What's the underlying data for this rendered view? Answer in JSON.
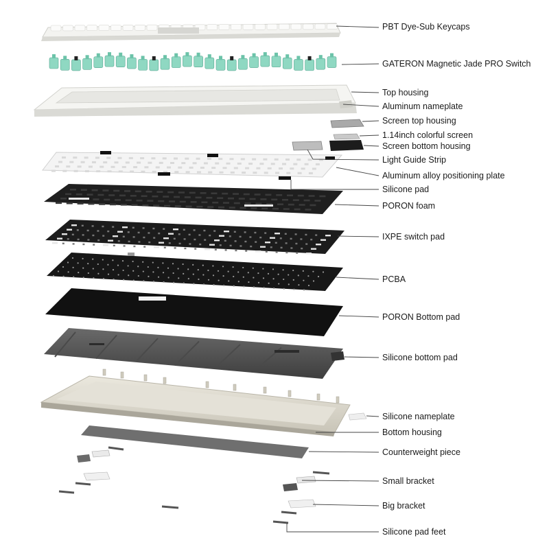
{
  "labels": {
    "keycaps": "PBT Dye-Sub Keycaps",
    "switches": "GATERON Magnetic Jade PRO Switch",
    "top_housing": "Top housing",
    "aluminum_nameplate": "Aluminum nameplate",
    "screen_top_housing": "Screen top housing",
    "screen": "1.14inch colorful screen",
    "screen_bottom_housing": "Screen bottom housing",
    "light_guide_strip": "Light Guide Strip",
    "positioning_plate": "Aluminum alloy positioning plate",
    "silicone_pad": "Silicone pad",
    "poron_foam": "PORON foam",
    "ixpe_switch_pad": "IXPE switch pad",
    "pcba": "PCBA",
    "poron_bottom_pad": "PORON Bottom pad",
    "silicone_bottom_pad": "Silicone bottom pad",
    "silicone_nameplate": "Silicone nameplate",
    "bottom_housing": "Bottom housing",
    "counterweight_piece": "Counterweight piece",
    "small_bracket": "Small bracket",
    "big_bracket": "Big bracket",
    "silicone_pad_feet": "Silicone pad feet"
  },
  "colors": {
    "keycap_white": "#f4f4f2",
    "switch_green": "#8fd8c2",
    "housing_white": "#f2f2ee",
    "foam_black": "#1e1e1e",
    "bottom_pad_grey": "#555555",
    "bottom_housing_cream": "#dcd8cc",
    "counterweight_grey": "#6d6d6d"
  }
}
